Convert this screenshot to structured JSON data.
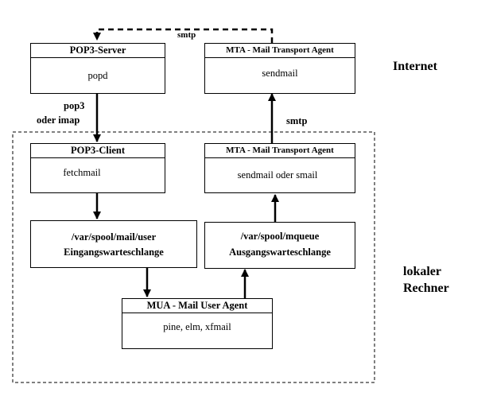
{
  "pop3_server": {
    "title": "POP3-Server",
    "body": "popd"
  },
  "mta_internet": {
    "title": "MTA  - Mail Transport Agent",
    "body": "sendmail"
  },
  "pop3_client": {
    "title": "POP3-Client",
    "body": "fetchmail"
  },
  "mta_local": {
    "title": "MTA  - Mail Transport Agent",
    "body": "sendmail oder smail"
  },
  "incoming_queue": {
    "line1": "/var/spool/mail/user",
    "line2": "Eingangswarteschlange"
  },
  "outgoing_queue": {
    "line1": "/var/spool/mqueue",
    "line2": "Ausgangswarteschlange"
  },
  "mua": {
    "title": "MUA - Mail User Agent",
    "body": "pine, elm, xfmail"
  },
  "labels": {
    "smtp_top": "smtp",
    "pop3": "pop3",
    "oder_imap": "oder imap",
    "smtp_mid": "smtp"
  },
  "regions": {
    "internet": "Internet",
    "local_line1": "lokaler",
    "local_line2": "Rechner"
  }
}
